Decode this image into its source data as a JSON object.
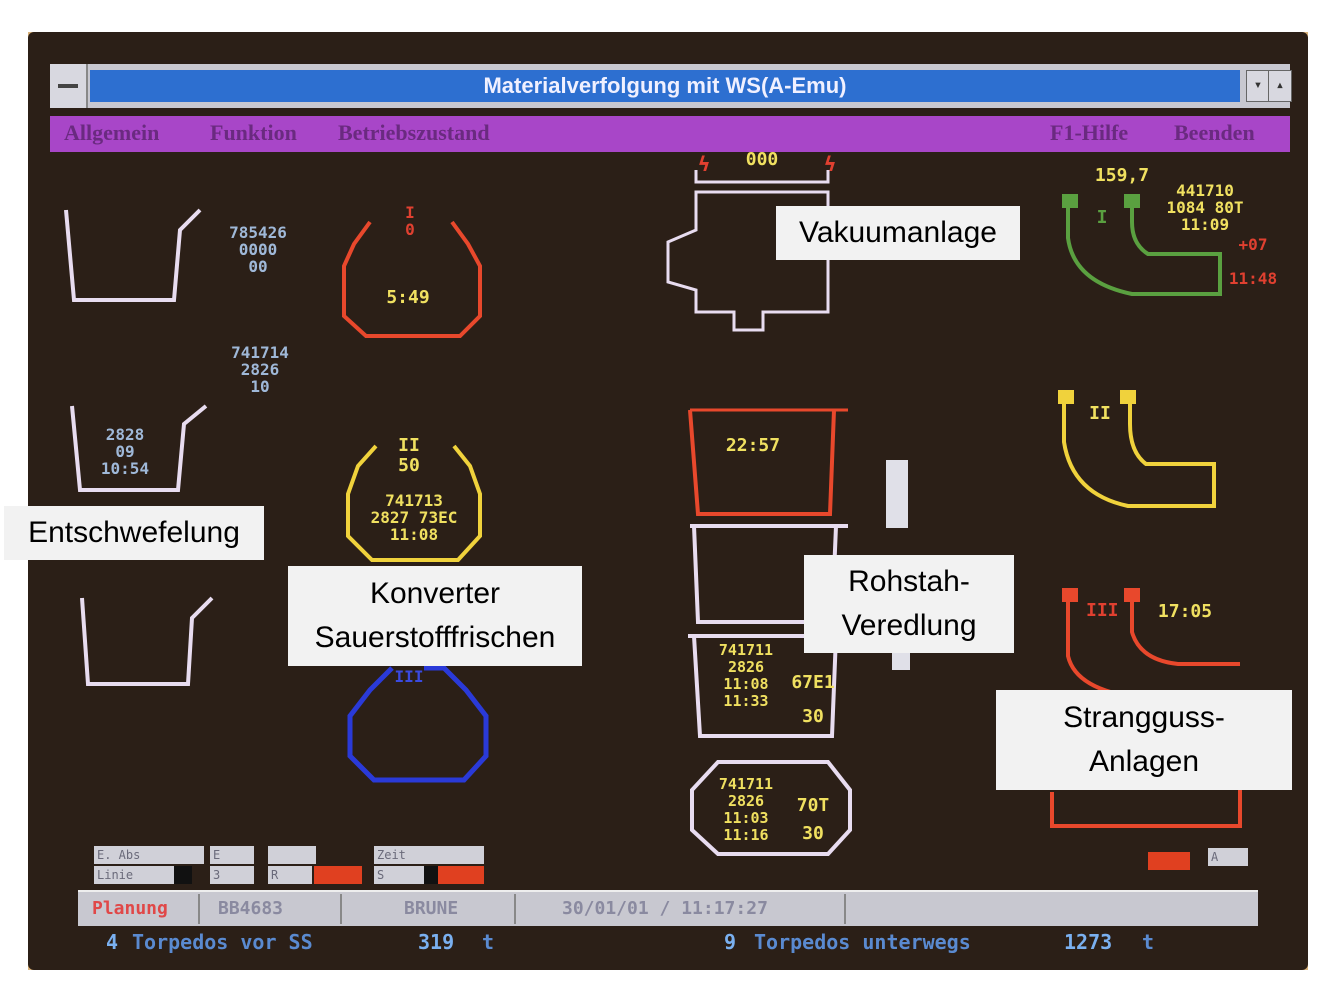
{
  "window": {
    "title": "Materialverfolgung mit WS(A-Emu)",
    "menu": [
      "Allgemein",
      "Funktion",
      "Betriebszustand"
    ],
    "menu_right": [
      "F1-Hilfe",
      "Beenden"
    ],
    "min_btn": "▾",
    "max_btn": "▴"
  },
  "units": {
    "entschw_1_info": "785426\n0000\n00",
    "entschw_2_top": "741714\n2826\n10",
    "entschw_2_info": "2828\n09\n10:54",
    "konverter_1_top": "I\n0",
    "konverter_1_time": "5:49",
    "konverter_2_top": "II\n50",
    "konverter_2_info": "741713\n2827 73EC\n11:08",
    "konverter_3_info": "III",
    "vakuum_top": "000",
    "vakuum_icon_left": "ϟ",
    "vakuum_icon_right": "ϟ",
    "rohstahl_1_time": "22:57",
    "rohstahl_3_info_a": "741711\n2826\n11:08\n11:33",
    "rohstahl_3_info_b": "67E1\n30",
    "rohstahl_4_info_a": "741711\n2826\n11:03\n11:16",
    "rohstahl_4_info_b": "70T\n30",
    "strangguss_1_top": "159,7",
    "strangguss_1_info": "441710\n1084 80T\n11:09",
    "strangguss_1_extra": "+07\n11:48",
    "strangguss_1_label": "I",
    "strangguss_2_label": "II",
    "strangguss_3_label": "III",
    "strangguss_3_time": "17:05"
  },
  "statusbar": {
    "mode": "Planung",
    "id": "BB4683",
    "user": "BRUNE",
    "datetime": "30/01/01 / 11:17:27"
  },
  "bottom_line": {
    "left_count": "4",
    "left_text": "Torpedos vor SS",
    "left_tonnes": "319",
    "left_unit": "t",
    "right_count": "9",
    "right_text": "Torpedos unterwegs",
    "right_tonnes": "1273",
    "right_unit": "t"
  },
  "chips": {
    "c1": "E. Abs",
    "c2": "Linie",
    "c3": "E",
    "c4": "3",
    "c5": "R",
    "c6": "Zeit",
    "c7": "S",
    "c8": "A"
  },
  "annotations": {
    "vakuum": "Vakuumanlage",
    "entschwefelung": "Entschwefelung",
    "konverter": "Konverter\nSauerstofffrischen",
    "rohstahl": "Rohstah-\nVeredlung",
    "strangguss": "Strangguss-\nAnlagen"
  },
  "colors": {
    "screen_bg": "#2b1f17",
    "title_blue": "#2d6fd0",
    "menu_purple": "#a846c8",
    "converter_red": "#e8482c",
    "converter_yellow": "#f0d23c",
    "converter_blue": "#2a3ad8",
    "ladle_white": "#e8dcf0",
    "caster_green": "#5aa040"
  }
}
